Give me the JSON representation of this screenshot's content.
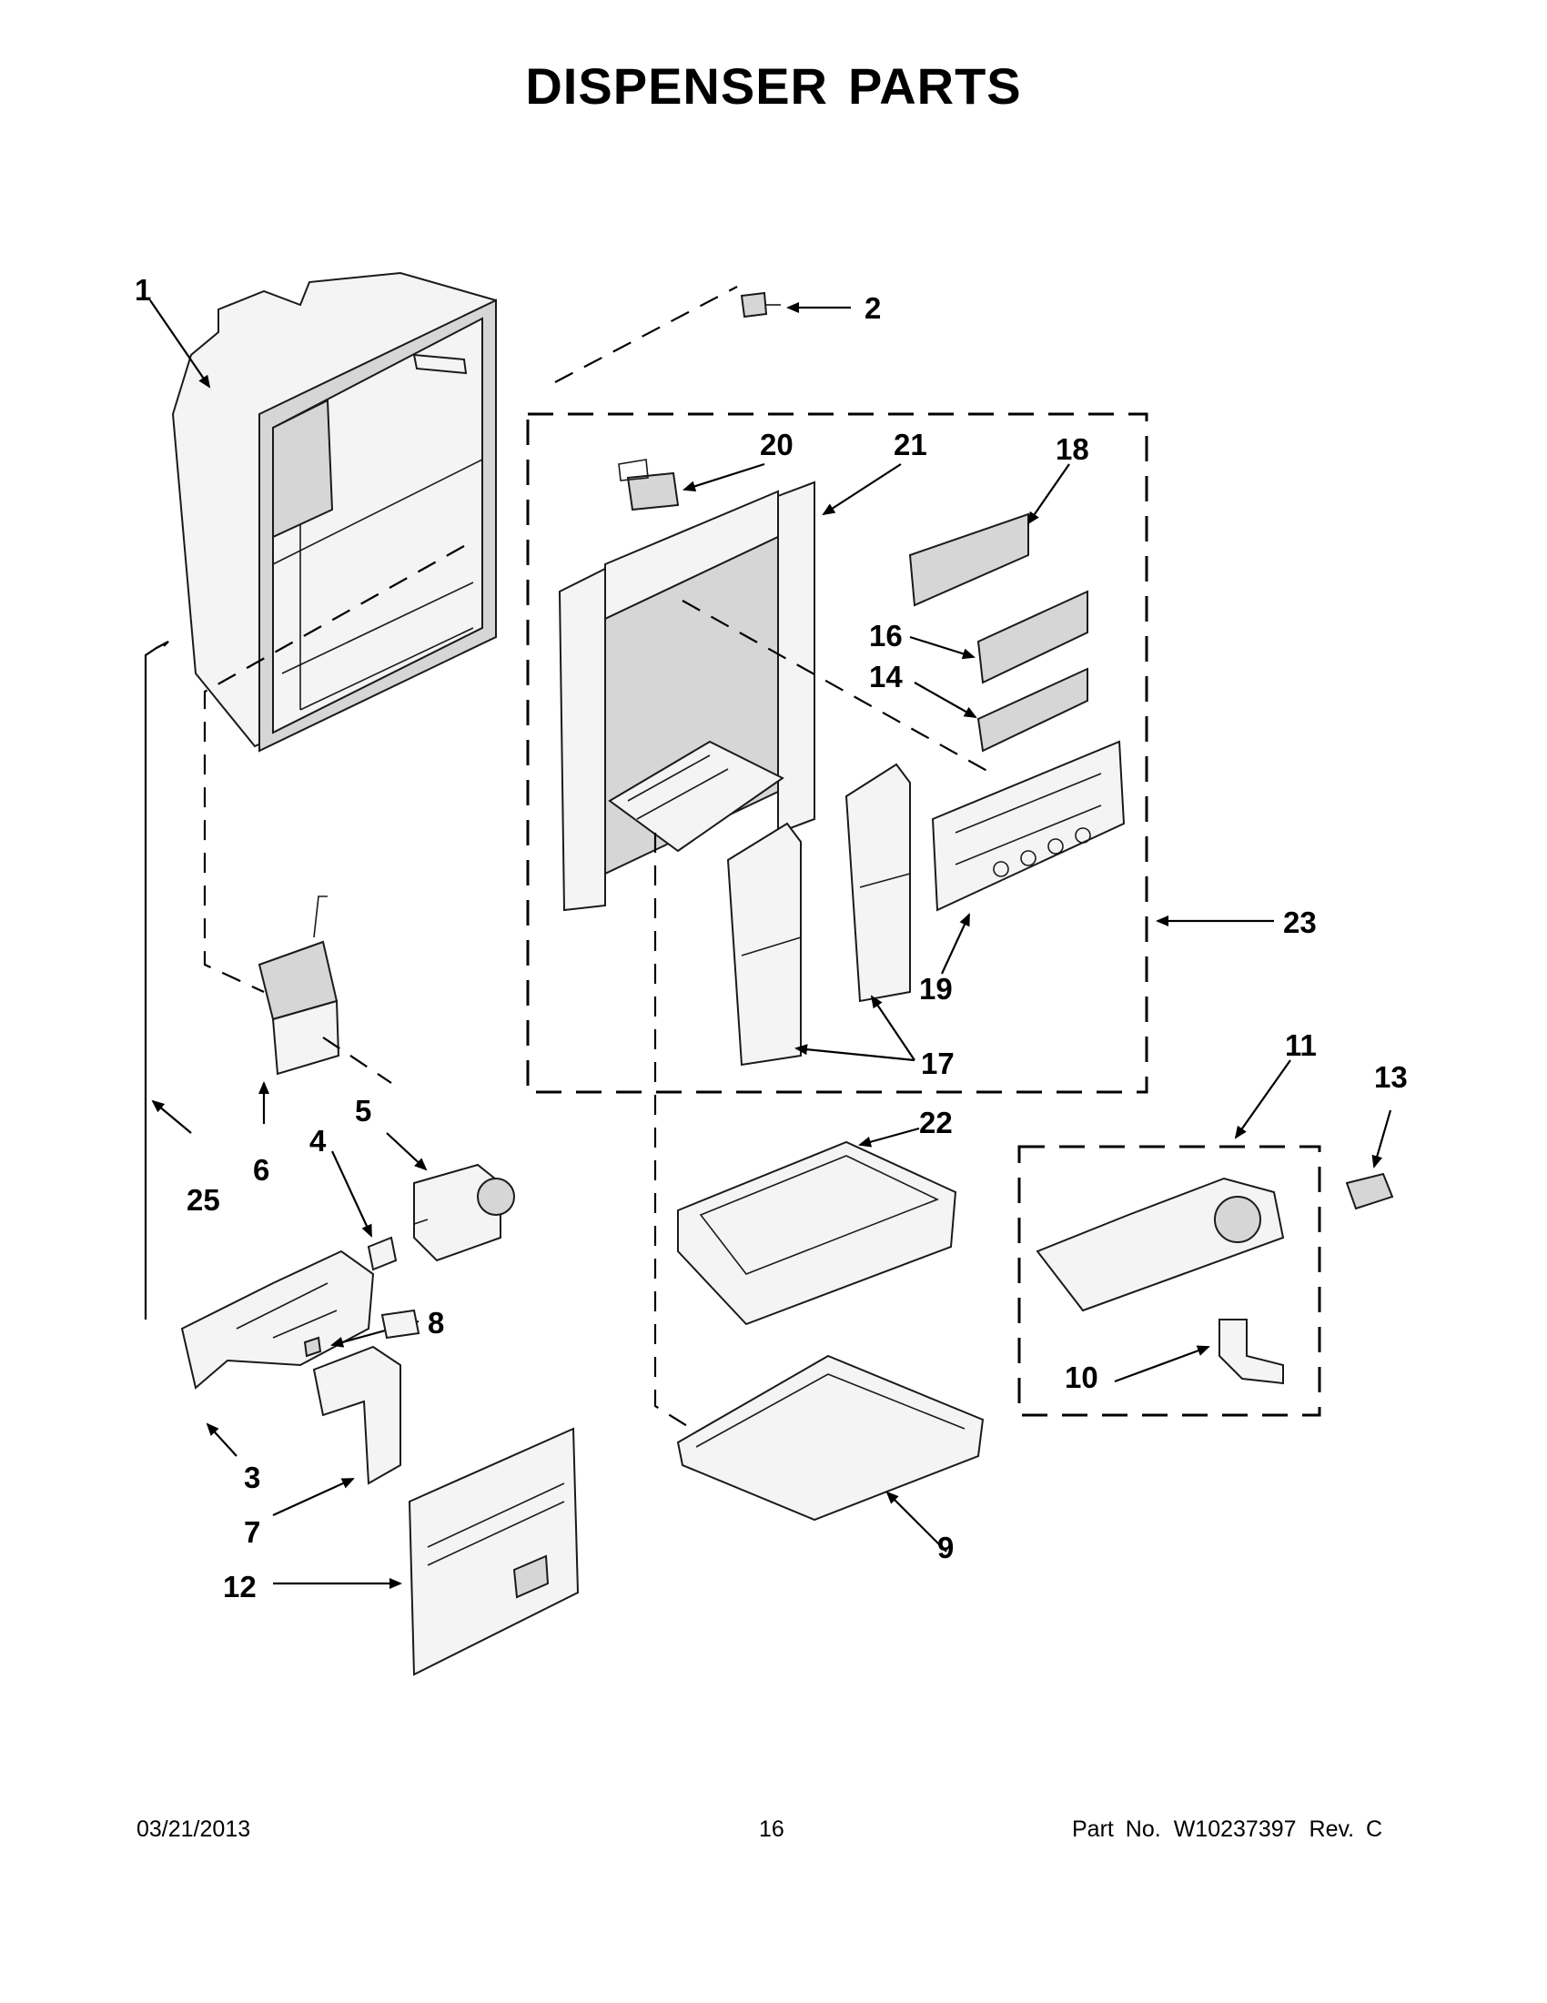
{
  "title": {
    "word1": "DISPENSER",
    "word2": "PARTS"
  },
  "callouts": {
    "c1": "1",
    "c2": "2",
    "c3": "3",
    "c4": "4",
    "c5": "5",
    "c6": "6",
    "c7": "7",
    "c8": "8",
    "c9": "9",
    "c10": "10",
    "c11": "11",
    "c12": "12",
    "c13": "13",
    "c14": "14",
    "c16": "16",
    "c17": "17",
    "c18": "18",
    "c19": "19",
    "c20": "20",
    "c21": "21",
    "c22": "22",
    "c23": "23",
    "c25": "25"
  },
  "footer": {
    "date": "03/21/2013",
    "page": "16",
    "part_label": "Part No.",
    "part_number": "W10237397",
    "revision": "Rev. C"
  }
}
